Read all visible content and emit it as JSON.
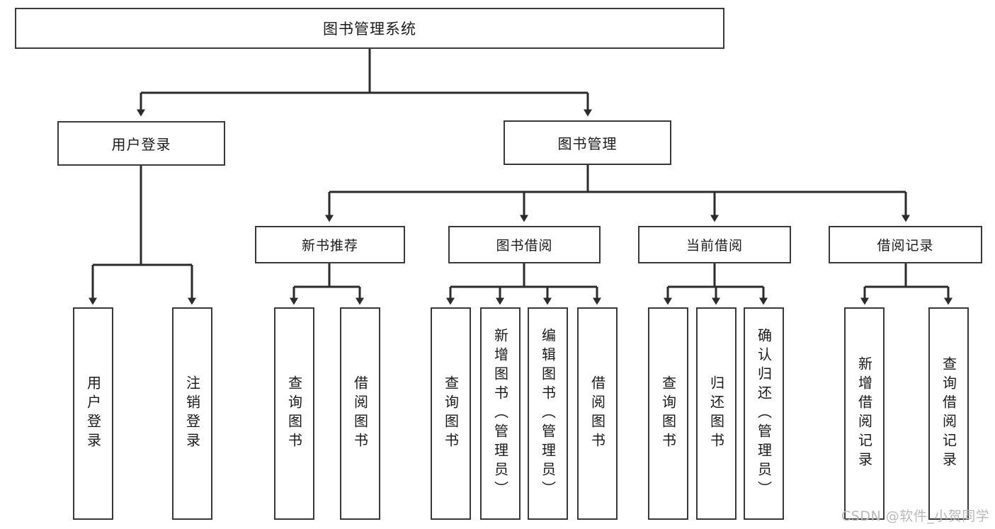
{
  "diagram": {
    "title": "图书管理系统",
    "type": "tree",
    "watermark": "CSDN @软件_小贺同学",
    "colors": {
      "box_border": "#3a3a3a",
      "box_fill": "#ffffff",
      "edge": "#2b2b2b",
      "text": "#1a1a1a",
      "watermark": "#b9b9b9",
      "background": "#ffffff"
    },
    "root": {
      "label": "图书管理系统"
    },
    "level1": [
      {
        "label": "用户登录"
      },
      {
        "label": "图书管理"
      }
    ],
    "level2": [
      {
        "label": "新书推荐"
      },
      {
        "label": "图书借阅"
      },
      {
        "label": "当前借阅"
      },
      {
        "label": "借阅记录"
      }
    ],
    "leaves": {
      "user_login": [
        {
          "label": "用户登录"
        },
        {
          "label": "注销登录"
        }
      ],
      "new_book_recommend": [
        {
          "label": "查询图书"
        },
        {
          "label": "借阅图书"
        }
      ],
      "book_borrow": [
        {
          "label": "查询图书"
        },
        {
          "label": "新增图书（管理员）"
        },
        {
          "label": "编辑图书（管理员）"
        },
        {
          "label": "借阅图书"
        }
      ],
      "current_borrow": [
        {
          "label": "查询图书"
        },
        {
          "label": "归还图书"
        },
        {
          "label": "确认归还（管理员）"
        }
      ],
      "borrow_record": [
        {
          "label": "新增借阅记录"
        },
        {
          "label": "查询借阅记录"
        }
      ]
    }
  }
}
